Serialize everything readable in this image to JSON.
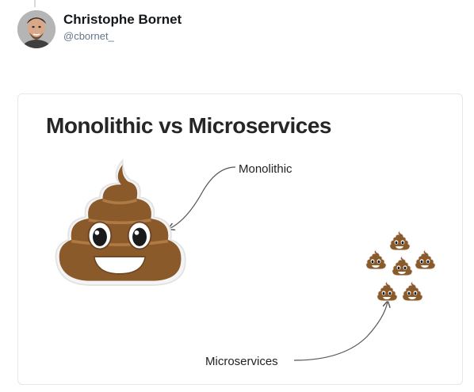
{
  "tweet": {
    "author_name": "Christophe Bornet",
    "author_handle": "@cbornet_"
  },
  "slide": {
    "title": "Monolithic vs Microservices",
    "monolithic_label": "Monolithic",
    "microservices_label": "Microservices"
  },
  "colors": {
    "poop_body": "#8a5a2b",
    "poop_highlight": "#b07a45",
    "text_primary": "#14171a",
    "text_secondary": "#657786",
    "card_border": "#e1e8ed"
  },
  "icons": {
    "monolith": "pile-of-poo-icon",
    "microservice": "pile-of-poo-icon"
  }
}
